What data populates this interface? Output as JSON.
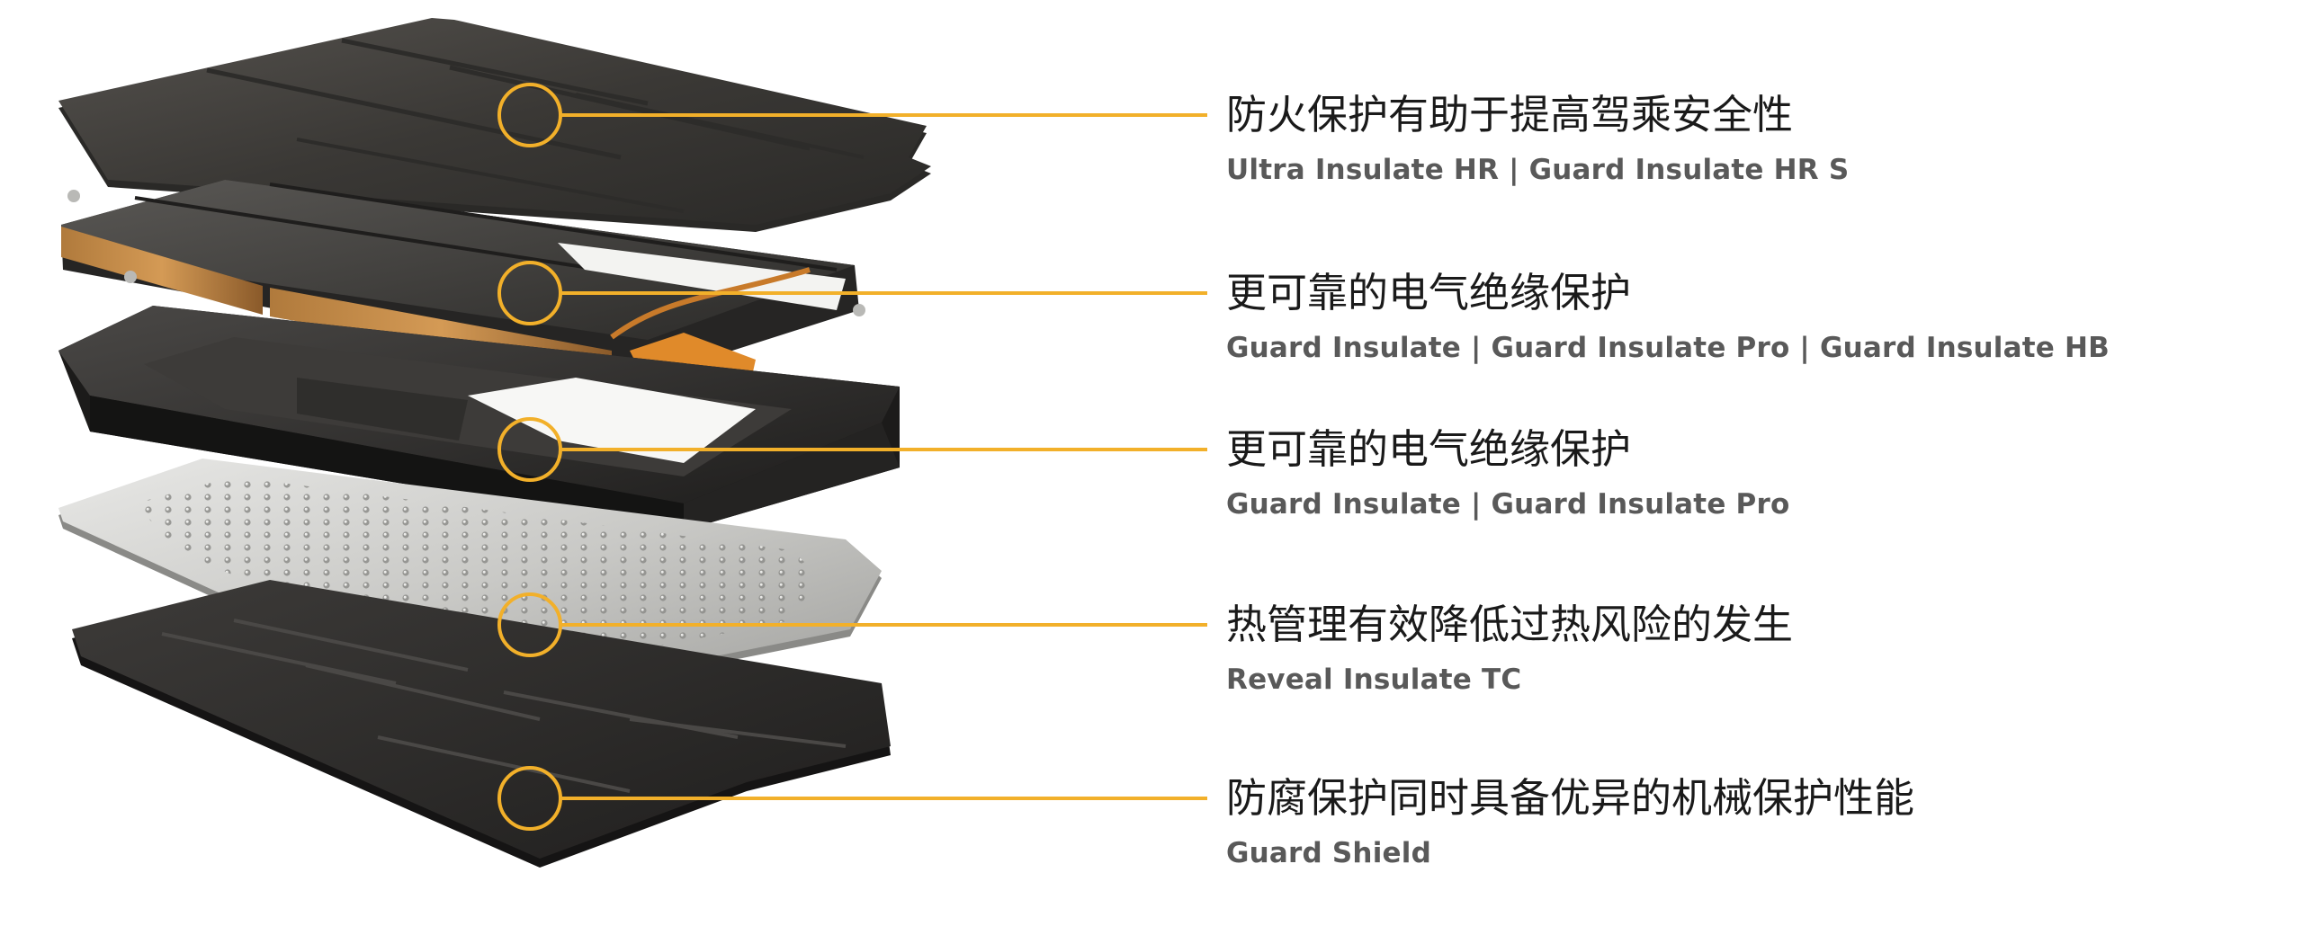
{
  "accent_color": "#f2b02a",
  "layers": [
    {
      "title": "防火保护有助于提高驾乘安全性",
      "products": "Ultra Insulate HR | Guard Insulate HR S"
    },
    {
      "title": "更可靠的电气绝缘保护",
      "products": "Guard Insulate | Guard Insulate Pro | Guard Insulate HB"
    },
    {
      "title": "更可靠的电气绝缘保护",
      "products": "Guard Insulate | Guard Insulate Pro"
    },
    {
      "title": "热管理有效降低过热风险的发生",
      "products": "Reveal Insulate TC"
    },
    {
      "title": "防腐保护同时具备优异的机械保护性能",
      "products": "Guard Shield"
    }
  ]
}
